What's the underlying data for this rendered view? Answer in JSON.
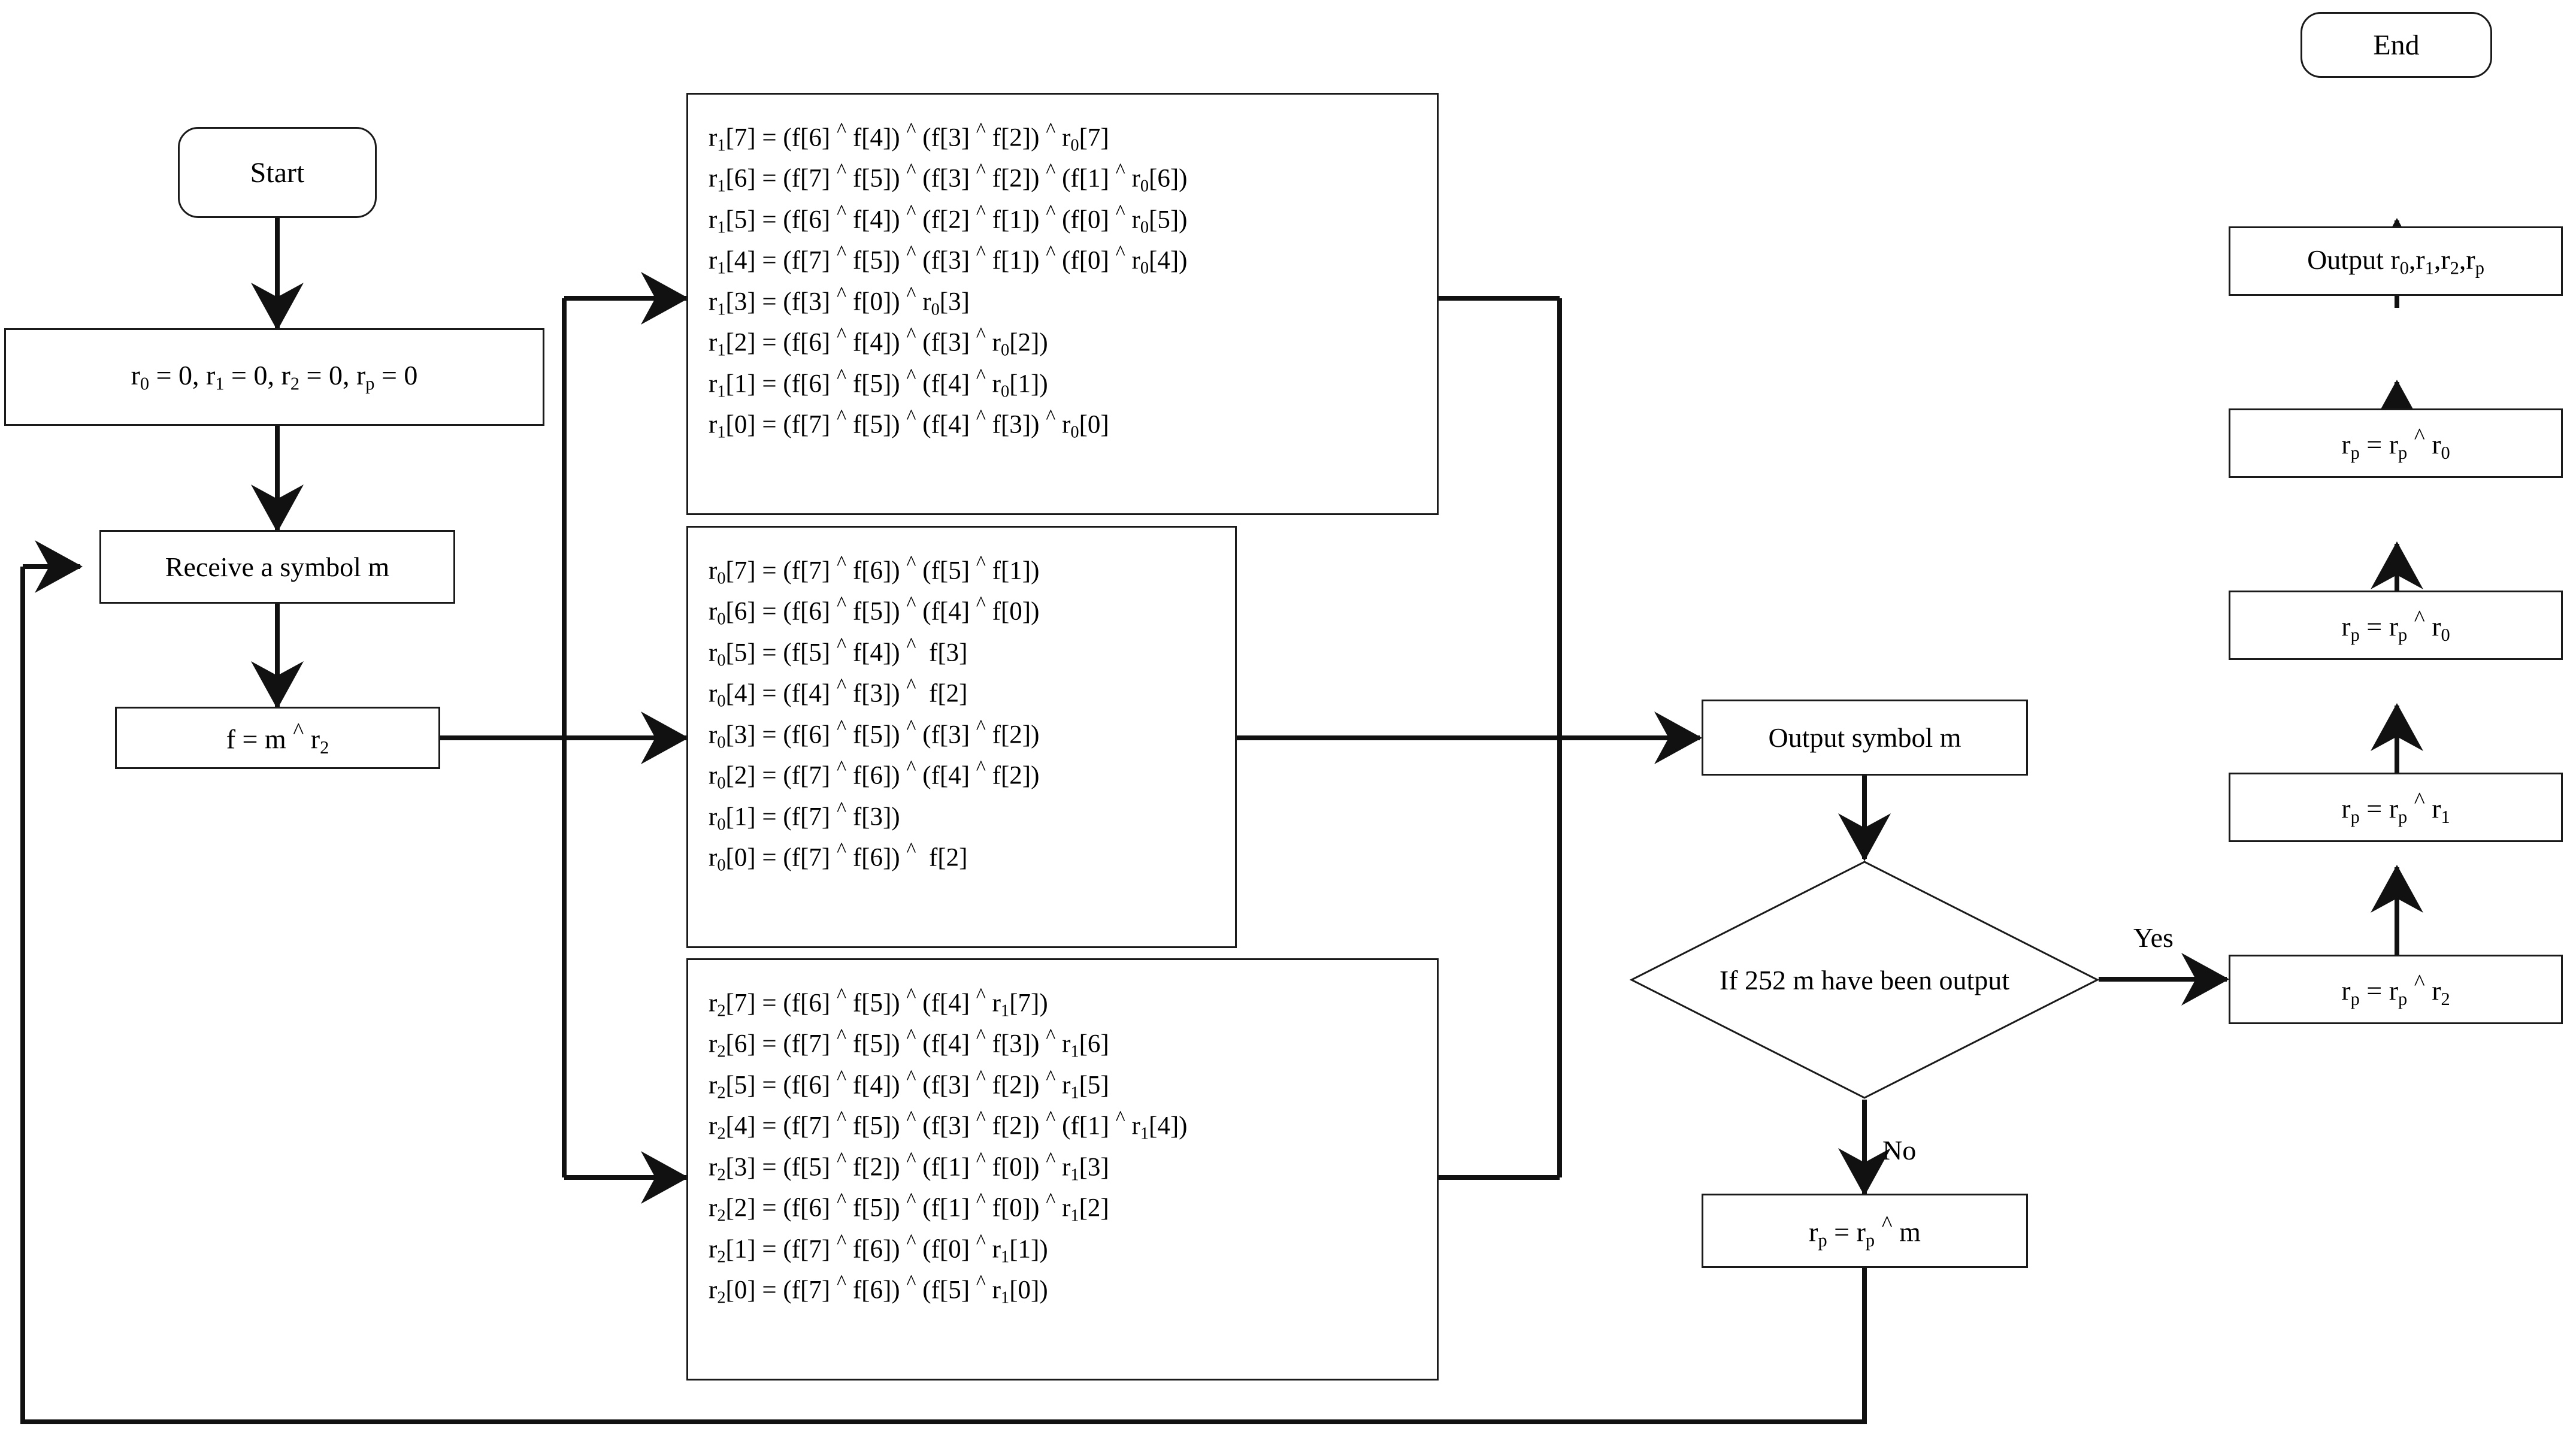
{
  "nodes": {
    "start": "Start",
    "init": "r0 = 0, r1 = 0, r2 = 0, rp = 0",
    "receive": "Receive a symbol m",
    "f_assign": "f = m ^ r2",
    "output_symbol": "Output symbol m",
    "decision": "If 252 m have been output",
    "rp_xor_m": "rp = rp ^ m",
    "rp_xor_r2": "rp = rp ^ r2",
    "rp_xor_r1": "rp = rp ^ r1",
    "rp_xor_r0_a": "rp = rp ^ r0",
    "rp_xor_r0_b": "rp = rp ^ r0",
    "output_regs": "Output r0,r1,r2,rp",
    "end": "End"
  },
  "edge_labels": {
    "yes": "Yes",
    "no": "No"
  },
  "formula_blocks": {
    "r1": {
      "name": "r1-equations",
      "lines": [
        "r1[7] = (f[6] ^ f[4]) ^ (f[3] ^ f[2]) ^ r0[7]",
        "r1[6] = (f[7] ^ f[5]) ^ (f[3] ^ f[2]) ^ (f[1] ^ r0[6])",
        "r1[5] = (f[6] ^ f[4]) ^ (f[2] ^ f[1]) ^ (f[0] ^ r0[5])",
        "r1[4] = (f[7] ^ f[5]) ^ (f[3] ^ f[1]) ^ (f[0] ^ r0[4])",
        "r1[3] = (f[3] ^ f[0]) ^ r0[3]",
        "r1[2] = (f[6] ^ f[4]) ^ (f[3] ^ r0[2])",
        "r1[1] = (f[6] ^ f[5]) ^ (f[4] ^ r0[1])",
        "r1[0] = (f[7] ^ f[5]) ^ (f[4] ^ f[3]) ^ r0[0]"
      ]
    },
    "r0": {
      "name": "r0-equations",
      "lines": [
        "r0[7] = (f[7] ^ f[6]) ^ (f[5] ^ f[1])",
        "r0[6] = (f[6] ^ f[5]) ^ (f[4] ^ f[0])",
        "r0[5] = (f[5] ^ f[4]) ^  f[3]",
        "r0[4] = (f[4] ^ f[3]) ^  f[2]",
        "r0[3] = (f[6] ^ f[5]) ^ (f[3] ^ f[2])",
        "r0[2] = (f[7] ^ f[6]) ^ (f[4] ^ f[2])",
        "r0[1] = (f[7] ^ f[3])",
        "r0[0] = (f[7] ^ f[6]) ^  f[2]"
      ]
    },
    "r2": {
      "name": "r2-equations",
      "lines": [
        "r2[7] = (f[6] ^ f[5]) ^ (f[4] ^ r1[7])",
        "r2[6] = (f[7] ^ f[5]) ^ (f[4] ^ f[3]) ^ r1[6]",
        "r2[5] = (f[6] ^ f[4]) ^ (f[3] ^ f[2]) ^ r1[5]",
        "r2[4] = (f[7] ^ f[5]) ^ (f[3] ^ f[2]) ^ (f[1] ^ r1[4])",
        "r2[3] = (f[5] ^ f[2]) ^ (f[1] ^ f[0]) ^ r1[3]",
        "r2[2] = (f[6] ^ f[5]) ^ (f[1] ^ f[0]) ^ r1[2]",
        "r2[1] = (f[7] ^ f[6]) ^ (f[0] ^ r1[1])",
        "r2[0] = (f[7] ^ f[6]) ^ (f[5] ^ r1[0])"
      ]
    }
  },
  "colors": {
    "stroke": "#1a1a1a",
    "background": "#ffffff",
    "text": "#000000"
  }
}
